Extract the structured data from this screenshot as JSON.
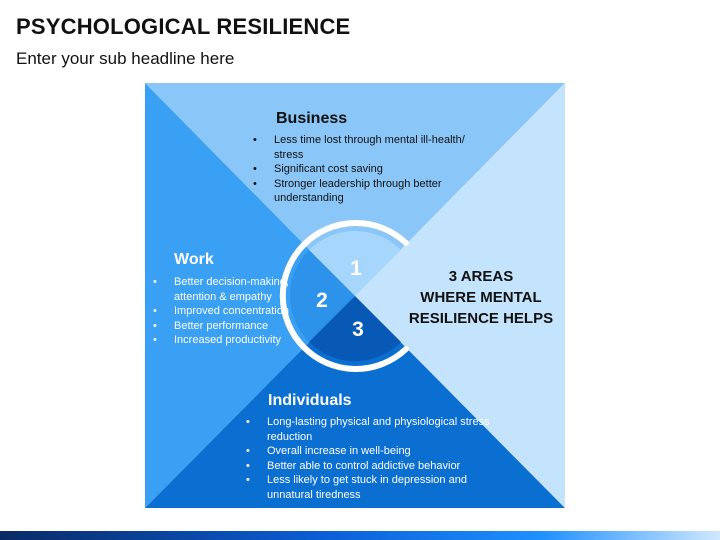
{
  "header": {
    "title": "PSYCHOLOGICAL RESILIENCE",
    "subtitle": "Enter your sub headline here"
  },
  "diagram": {
    "business": {
      "heading": "Business",
      "items": [
        "Less time lost through mental ill-health/ stress",
        "Significant cost saving",
        "Stronger leadership through better understanding"
      ]
    },
    "work": {
      "heading": "Work",
      "items": [
        "Better decision-making, attention & empathy",
        "Improved concentration",
        "Better performance",
        "Increased productivity"
      ]
    },
    "individuals": {
      "heading": "Individuals",
      "items": [
        "Long-lasting physical and physiological stress reduction",
        "Overall increase in well-being",
        "Better able to control addictive behavior",
        "Less likely to get stuck in depression and unnatural tiredness"
      ]
    },
    "callout_lines": [
      "3 AREAS",
      "WHERE MENTAL",
      "RESILIENCE HELPS"
    ],
    "numbers": [
      "1",
      "2",
      "3"
    ],
    "colors": {
      "top": "#8ac6f8",
      "left": "#39a0f4",
      "bottom": "#0a6fd0",
      "right": "#c4e3fd",
      "ring": "#ffffff"
    }
  }
}
